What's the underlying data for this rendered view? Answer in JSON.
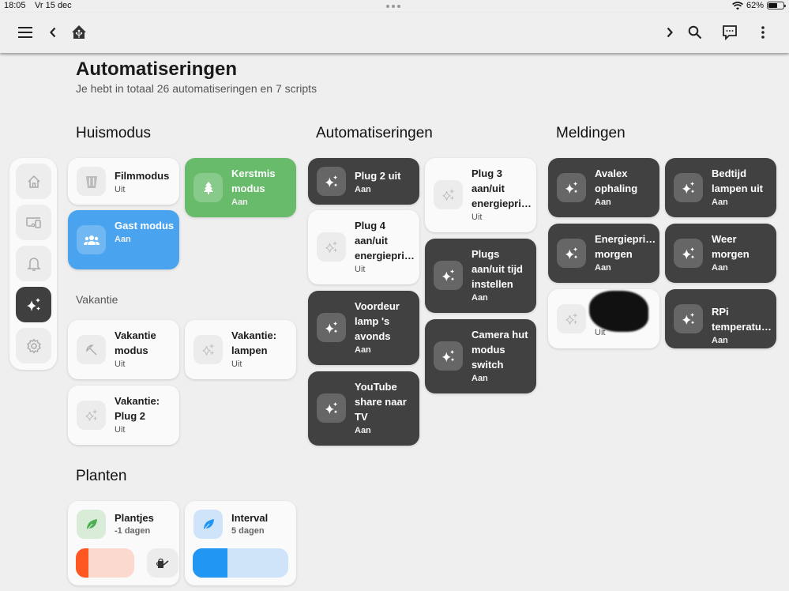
{
  "statusbar": {
    "time": "18:05",
    "date": "Vr 15 dec",
    "battery": "62%",
    "battery_level": 62
  },
  "toolbar": {
    "menu_icon": "menu-icon",
    "back_icon": "chevron-left-icon",
    "home_icon": "home-assistant-icon",
    "forward_icon": "chevron-right-icon",
    "search_icon": "search-icon",
    "assist_icon": "chat-icon",
    "more_icon": "more-vertical-icon"
  },
  "page": {
    "title": "Automatiseringen",
    "subtitle": "Je hebt in totaal 26 automatiseringen en 7 scripts"
  },
  "nav": {
    "items": [
      {
        "icon": "home-icon",
        "active": false
      },
      {
        "icon": "devices-icon",
        "active": false
      },
      {
        "icon": "bell-icon",
        "active": false
      },
      {
        "icon": "sparkles-icon",
        "active": true
      },
      {
        "icon": "gear-icon",
        "active": false
      }
    ]
  },
  "sections": {
    "huismodus": {
      "title": "Huismodus",
      "cards": [
        {
          "name": "Filmmodus",
          "state": "Uit",
          "icon": "trash-bin-icon"
        },
        {
          "name": "Kerstmis modus",
          "state": "Aan",
          "icon": "tree-icon"
        },
        {
          "name": "Gast modus",
          "state": "Aan",
          "icon": "people-icon"
        }
      ],
      "sub_title": "Vakantie",
      "vakantie": [
        {
          "name": "Vakantie modus",
          "state": "Uit",
          "icon": "umbrella-icon"
        },
        {
          "name": "Vakantie: lampen",
          "state": "Uit",
          "icon": "sparkles-icon"
        },
        {
          "name": "Vakantie: Plug 2",
          "state": "Uit",
          "icon": "sparkles-icon"
        }
      ]
    },
    "automatiseringen": {
      "title": "Automatiseringen",
      "cards": [
        {
          "name": "Plug 2 uit",
          "state": "Aan"
        },
        {
          "name": "Plug 3 aan/uit energiepri…",
          "state": "Uit"
        },
        {
          "name": "Plug 4 aan/uit energiepri…",
          "state": "Uit"
        },
        {
          "name": "Plugs aan/uit tijd instellen",
          "state": "Aan"
        },
        {
          "name": "Voordeur lamp 's avonds",
          "state": "Aan"
        },
        {
          "name": "Camera hut modus switch",
          "state": "Aan"
        },
        {
          "name": "YouTube share naar TV",
          "state": "Aan"
        }
      ]
    },
    "meldingen": {
      "title": "Meldingen",
      "cards": [
        {
          "name": "Avalex ophaling",
          "state": "Aan"
        },
        {
          "name": "Bedtijd lampen uit",
          "state": "Aan"
        },
        {
          "name": "Energiepri… morgen",
          "state": "Aan"
        },
        {
          "name": "Weer morgen",
          "state": "Aan"
        },
        {
          "name": "",
          "state": "Uit",
          "redacted": true
        },
        {
          "name": "RPi temperatu…",
          "state": "Aan"
        }
      ]
    },
    "planten": {
      "title": "Planten",
      "cards": [
        {
          "name": "Plantjes",
          "state": "-1 dagen",
          "icon": "leaf-icon",
          "color": "#4caf50",
          "bar_color": "#ff5722",
          "bar_bg": "#fcd9cf",
          "progress": 15,
          "action_icon": "watering-can-icon"
        },
        {
          "name": "Interval",
          "state": "5 dagen",
          "icon": "leaf-icon",
          "color": "#2196f3",
          "bar_color": "#2196f3",
          "bar_bg": "#cfe4f8",
          "progress": 36
        }
      ]
    }
  },
  "colors": {
    "background": "#efefef",
    "card": "#fafafa",
    "card_on": "#414141",
    "blue": "#4aa3ee",
    "green": "#67bb6a"
  }
}
